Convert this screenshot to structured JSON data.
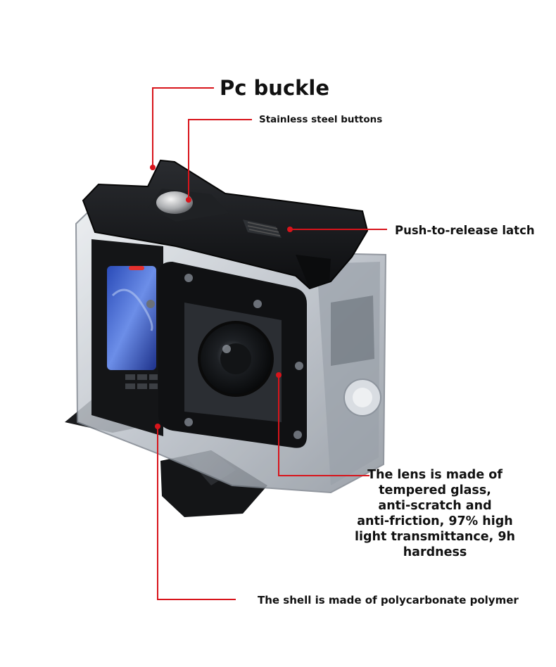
{
  "callouts": {
    "pc_buckle": "Pc buckle",
    "stainless_buttons": "Stainless steel buttons",
    "latch": "Push-to-release latch",
    "lens": "The lens is made of\ntempered glass,\nanti-scratch and\nanti-friction, 97% high\nlight transmittance, 9h\nhardness",
    "shell": "The shell is made of polycarbonate polymer"
  },
  "colors": {
    "leader_line": "#d8141b",
    "housing_dark": "#161719",
    "housing_clear": "#c9cdd3",
    "screen_blue": "#3a5fd0"
  }
}
